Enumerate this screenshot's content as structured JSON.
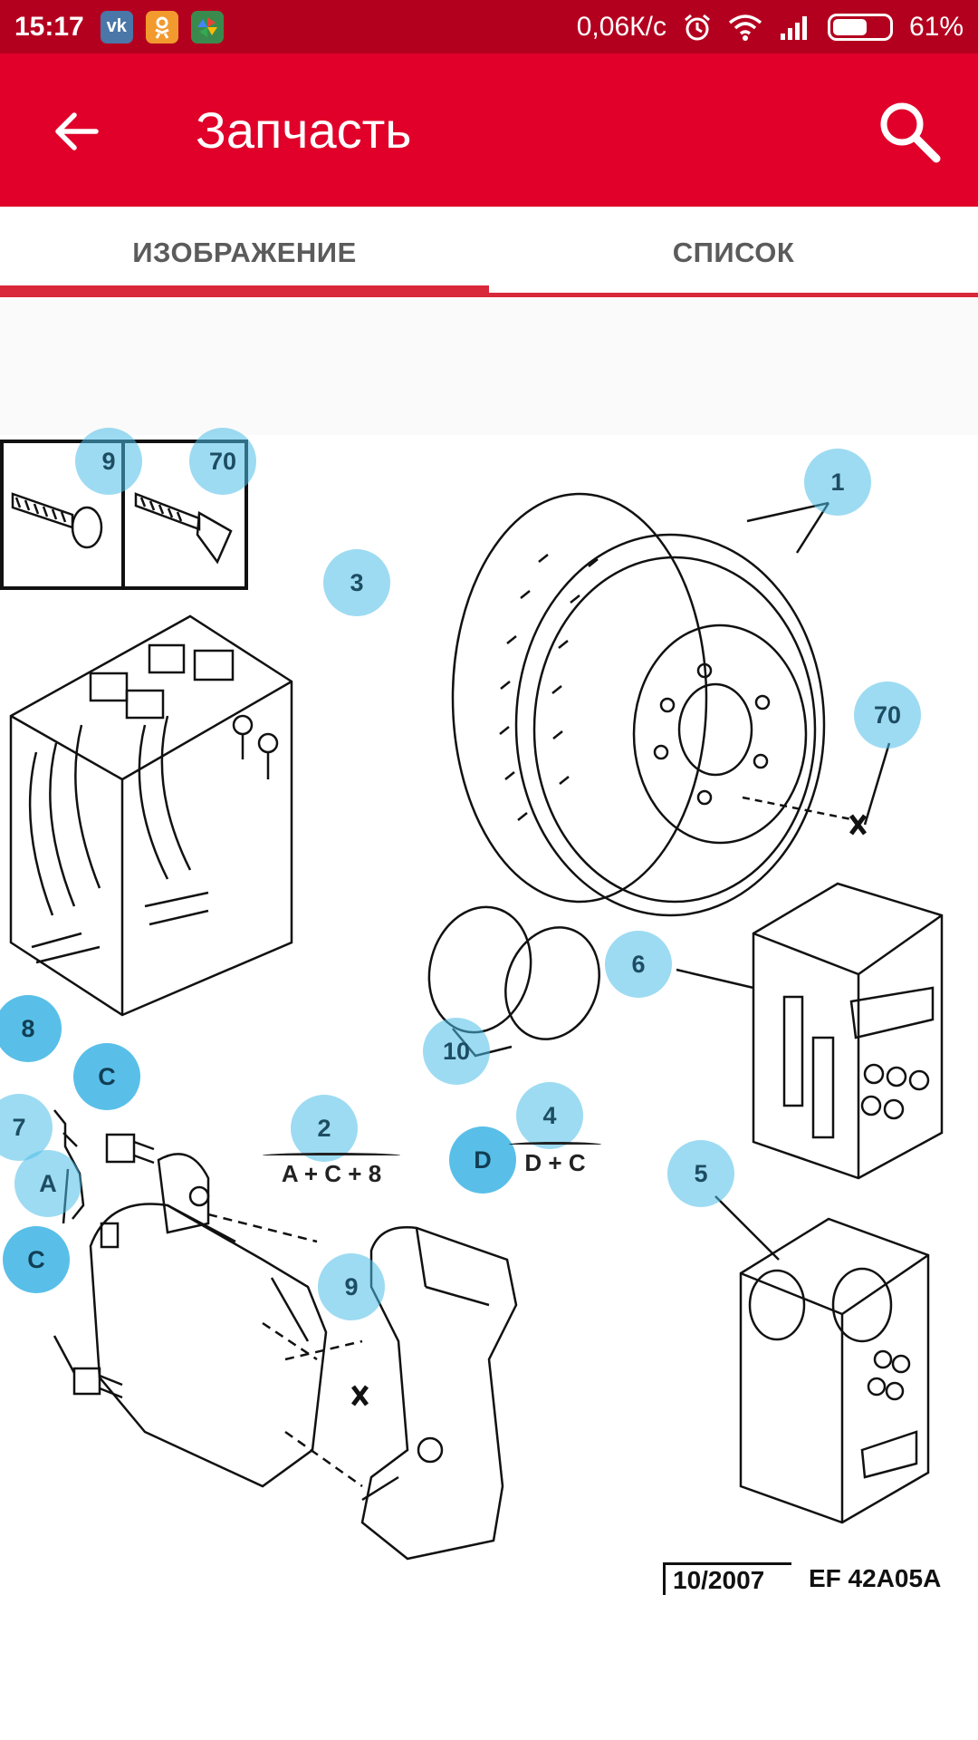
{
  "status_bar": {
    "time": "15:17",
    "apps": [
      "vk-icon",
      "ok-icon",
      "pinwheel-icon"
    ],
    "network_speed": "0,06К/с",
    "battery_level": "61%",
    "battery_fraction": 0.61
  },
  "app_bar": {
    "title": "Запчасть",
    "accent_color": "#e0002a",
    "status_color": "#b4001f"
  },
  "tabs": [
    {
      "label": "ИЗОБРАЖЕНИЕ",
      "active": true
    },
    {
      "label": "СПИСОК",
      "active": false
    }
  ],
  "diagram": {
    "callouts": {
      "c9_top": "9",
      "c70_top": "70",
      "c1": "1",
      "c3": "3",
      "c70_disc": "70",
      "c6": "6",
      "c10": "10",
      "c8": "8",
      "cC_top": "C",
      "c7": "7",
      "c2": "2",
      "c4": "4",
      "cD": "D",
      "c5": "5",
      "cA": "A",
      "cC_bottom": "C",
      "c9_mid": "9"
    },
    "equations": {
      "eq2": "A + C + 8",
      "eq4": "D + C"
    },
    "reference_date": "10/2007",
    "reference_code": "EF 42A05A"
  }
}
